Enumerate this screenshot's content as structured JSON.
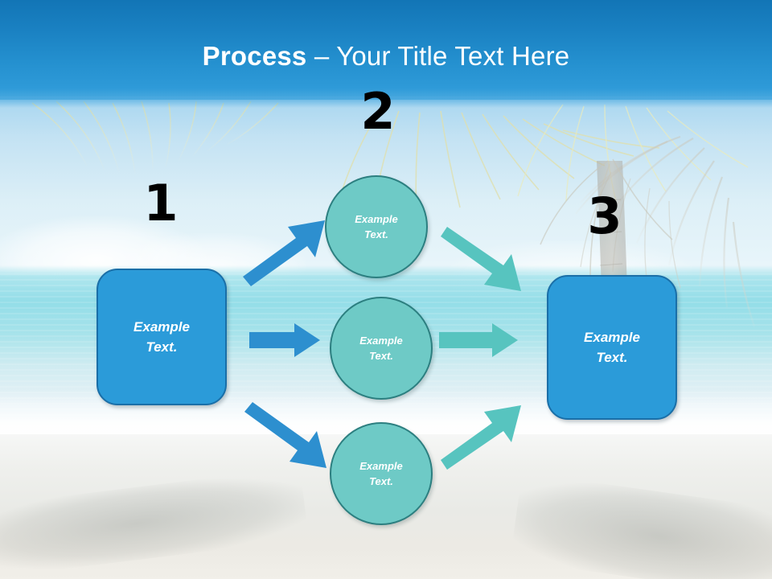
{
  "slide": {
    "title_strong": "Process",
    "title_separator": " – ",
    "title_light": "Your Title Text Here",
    "background": "tropical-beach-palm-trees"
  },
  "colors": {
    "header_top": "#1275b6",
    "header_bottom": "#4aa9df",
    "box_fill": "#2b9bd9",
    "box_border": "#1a6fa8",
    "circle_fill": "#6ecac6",
    "circle_border": "#2c7f80",
    "arrow_blue": "#2d8fcf",
    "arrow_teal": "#57c4bf",
    "number_color": "#000000",
    "label_text": "#ffffff"
  },
  "steps": [
    {
      "number": "1",
      "label": "Example\nText."
    },
    {
      "number": "2",
      "label": "Example\nText."
    },
    {
      "number": "3",
      "label": "Example\nText."
    }
  ],
  "stage_two_nodes": [
    {
      "label": "Example\nText."
    },
    {
      "label": "Example\nText."
    },
    {
      "label": "Example\nText."
    }
  ],
  "arrows": [
    {
      "name": "box1-to-circle-top",
      "color": "#2d8fcf",
      "direction": "up-right"
    },
    {
      "name": "box1-to-circle-middle",
      "color": "#2d8fcf",
      "direction": "right"
    },
    {
      "name": "box1-to-circle-bottom",
      "color": "#2d8fcf",
      "direction": "down-right"
    },
    {
      "name": "circle-top-to-box3",
      "color": "#57c4bf",
      "direction": "down-right"
    },
    {
      "name": "circle-middle-to-box3",
      "color": "#57c4bf",
      "direction": "right"
    },
    {
      "name": "circle-bottom-to-box3",
      "color": "#57c4bf",
      "direction": "up-right"
    }
  ]
}
